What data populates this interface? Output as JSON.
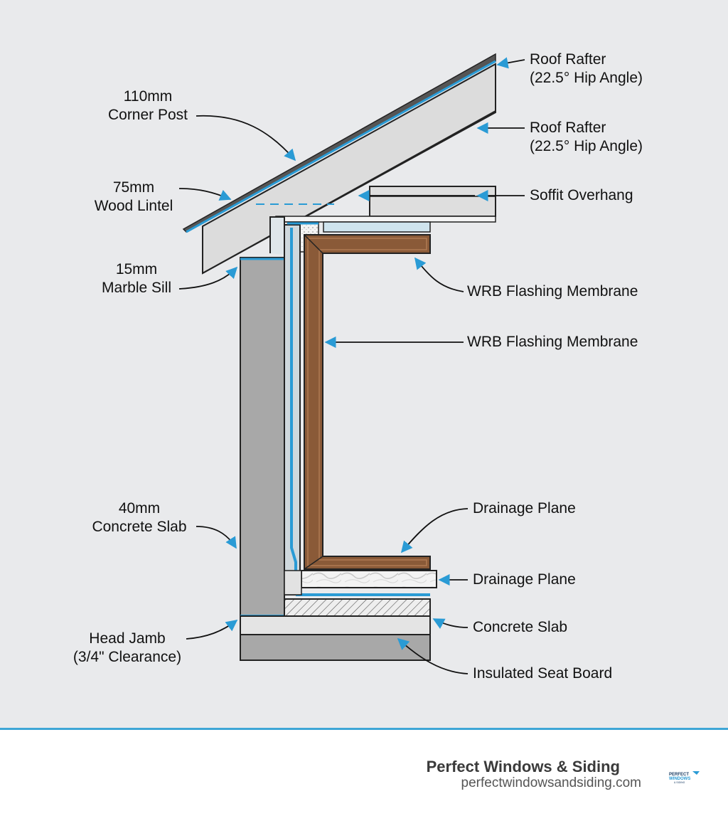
{
  "labels": {
    "roof_rafter_1": [
      "Roof Rafter",
      "(22.5° Hip Angle)"
    ],
    "roof_rafter_2": [
      "Roof Rafter",
      "(22.5° Hip Angle)"
    ],
    "soffit_overhang": "Soffit Overhang",
    "corner_post": [
      "110mm",
      "Corner Post"
    ],
    "wood_lintel": [
      "75mm",
      "Wood Lintel"
    ],
    "marble_sill": [
      "15mm",
      "Marble Sill"
    ],
    "wrb_1": "WRB Flashing Membrane",
    "wrb_2": "WRB Flashing Membrane",
    "concrete_slab_left": [
      "40mm",
      "Concrete Slab"
    ],
    "drainage_1": "Drainage Plane",
    "drainage_2": "Drainage Plane",
    "concrete_slab_right": "Concrete Slab",
    "head_jamb": [
      "Head Jamb",
      "(3/4\" Clearance)"
    ],
    "insulated_seat": "Insulated Seat Board"
  },
  "footer": {
    "company": "Perfect Windows & Siding",
    "url": "perfectwindowsandsiding.com",
    "logo_text": [
      "PERFECT",
      "WINDOWS",
      "& SIDING"
    ]
  },
  "colors": {
    "accent": "#2a9bd5",
    "wood": "#8a5a38",
    "concrete": "#a8a8a8"
  }
}
